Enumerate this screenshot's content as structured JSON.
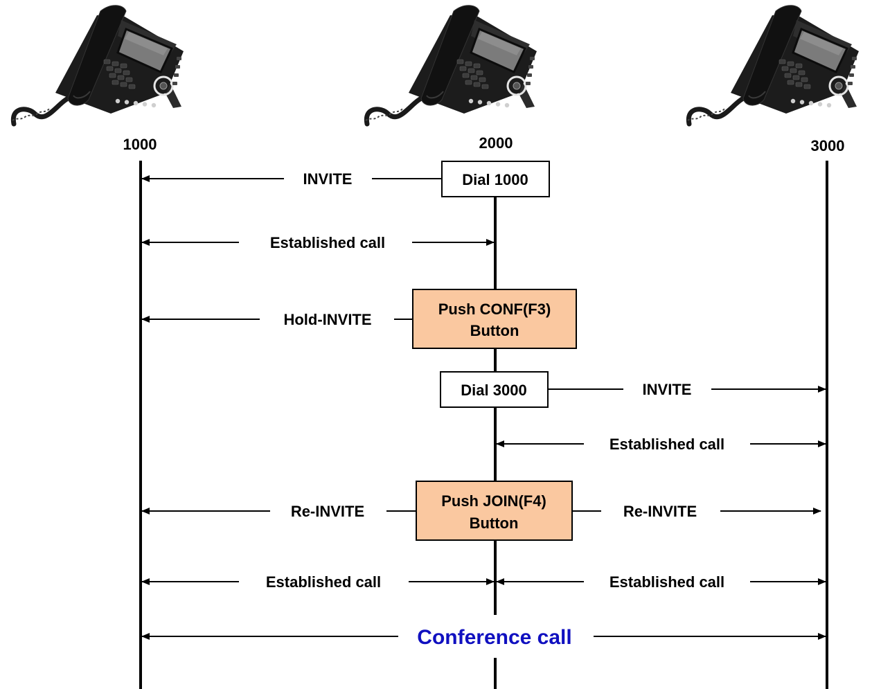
{
  "phones": [
    {
      "extension": "1000",
      "icon": "ip-phone-icon"
    },
    {
      "extension": "2000",
      "icon": "ip-phone-icon"
    },
    {
      "extension": "3000",
      "icon": "ip-phone-icon"
    }
  ],
  "boxes": {
    "dial_1000": "Dial 1000",
    "push_conf_line1": "Push CONF(F3)",
    "push_conf_line2": "Button",
    "dial_3000": "Dial 3000",
    "push_join_line1": "Push JOIN(F4)",
    "push_join_line2": "Button"
  },
  "messages": {
    "invite_1": "INVITE",
    "established_1": "Established call",
    "hold_invite": "Hold-INVITE",
    "invite_2": "INVITE",
    "established_2": "Established call",
    "reinvite_left": "Re-INVITE",
    "reinvite_right": "Re-INVITE",
    "established_3": "Established call",
    "established_4": "Established call",
    "conference": "Conference call"
  },
  "colors": {
    "action_box_fill": "#FAC8A0",
    "conference_text": "#1010C0",
    "line": "#000000"
  }
}
